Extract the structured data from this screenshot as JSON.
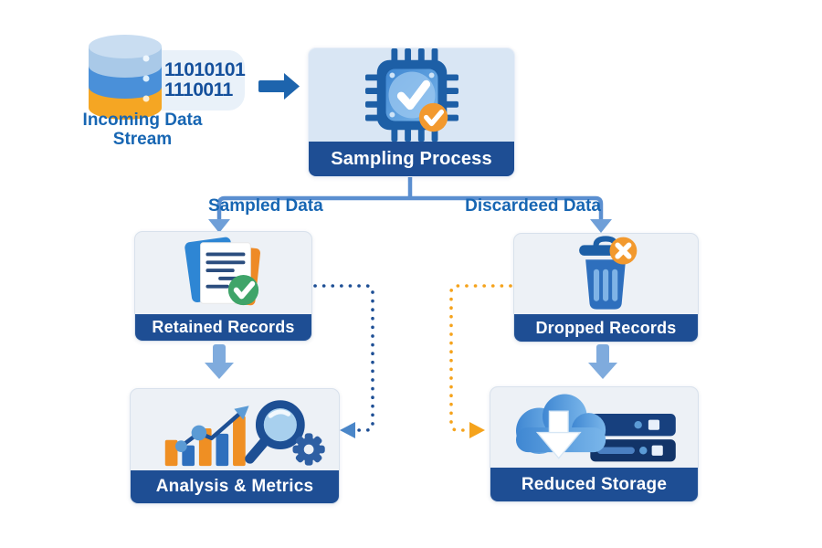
{
  "source": {
    "binary_line1": "11010101",
    "binary_line2": "1110011",
    "label_line1": "Incoming Data",
    "label_line2": "Stream"
  },
  "branch_labels": {
    "left": "Sampled Data",
    "right": "Discardeed Data"
  },
  "nodes": {
    "sampling": {
      "title": "Sampling Process",
      "icon": "chip-checkmark-icon"
    },
    "retained": {
      "title": "Retained Records",
      "icon": "documents-check-icon"
    },
    "dropped": {
      "title": "Dropped Records",
      "icon": "trash-x-icon"
    },
    "analysis": {
      "title": "Analysis & Metrics",
      "icon": "chart-magnifier-gear-icon"
    },
    "storage": {
      "title": "Reduced Storage",
      "icon": "cloud-download-server-icon"
    }
  },
  "colors": {
    "title_bar_navy": "#1e4e94",
    "label_text_blue": "#1766b3",
    "connector_blue": "#5b8fd0",
    "thick_arrow_light_blue": "#7fabdd",
    "dark_arrow_blue": "#1d64ad",
    "dotted_blue": "#1e4f95",
    "accent_orange": "#f5a31c",
    "accent_green": "#3fa469",
    "node_fill": "#edf1f6",
    "sampling_fill": "#d9e6f4",
    "db_light_blue": "#a9c9e8",
    "db_mid_blue": "#4a90d9"
  }
}
